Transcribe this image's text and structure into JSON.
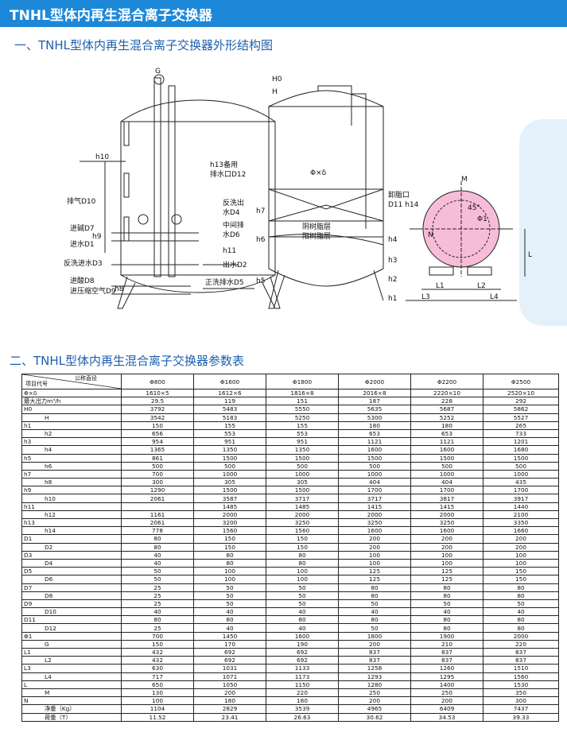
{
  "header": {
    "title": "TNHL型体内再生混合离子交换器"
  },
  "section1": {
    "title": "一、TNHL型体内再生混合离子交换器外形结构图"
  },
  "section2": {
    "title": "二、TNHL型体内再生混合离子交换器参数表"
  },
  "diagram_labels": {
    "G": "G",
    "h10": "h10",
    "D10": "排气D10",
    "D7": "进碱D7",
    "h9": "h9",
    "D1": "进水D1",
    "D3": "反洗进水D3",
    "D8": "进酸D8",
    "D9": "进压缩空气D9",
    "h8": "h8",
    "D12": "h13备用\n排水口D12",
    "D4a": "反洗出",
    "D4b": "水D4",
    "D6a": "中间排",
    "D6b": "水D6",
    "h11": "h11",
    "D2": "出水D2",
    "D5": "正洗排水D5",
    "H0": "H0",
    "H": "H",
    "phi": "Φ×δ",
    "h7": "h7",
    "h6": "h6",
    "h5": "h5",
    "resin1": "阴树脂层",
    "resin2": "阳树脂层",
    "h4": "h4",
    "h3": "h3",
    "h2": "h2",
    "h1": "h1",
    "D11": "卸脂口",
    "D11b": "D11 h14",
    "M": "M",
    "N": "N",
    "phi1": "Φ1",
    "deg45": "45°",
    "L": "L",
    "L1": "L1",
    "L2": "L2",
    "L3": "L3",
    "L4": "L4"
  },
  "table": {
    "corner_top": "公称直径",
    "corner_bottom": "项目代号",
    "columns": [
      "Φ800",
      "Φ1600",
      "Φ1800",
      "Φ2000",
      "Φ2200",
      "Φ2500"
    ],
    "rows": [
      {
        "label": "Φ×δ",
        "indent": false,
        "values": [
          "1610×5",
          "1612×6",
          "1816×8",
          "2016×8",
          "2220×10",
          "2520×10"
        ]
      },
      {
        "label": "最大出力m³/h",
        "indent": false,
        "values": [
          "29.5",
          "119",
          "151",
          "187",
          "228",
          "292"
        ]
      },
      {
        "label": "H0",
        "indent": false,
        "values": [
          "3792",
          "5483",
          "5550",
          "5635",
          "5687",
          "5862"
        ]
      },
      {
        "label": "H",
        "indent": true,
        "values": [
          "3542",
          "5183",
          "5250",
          "5300",
          "5252",
          "5527"
        ]
      },
      {
        "label": "h1",
        "indent": false,
        "values": [
          "150",
          "155",
          "155",
          "180",
          "180",
          "265"
        ]
      },
      {
        "label": "h2",
        "indent": true,
        "values": [
          "656",
          "553",
          "553",
          "653",
          "653",
          "733"
        ]
      },
      {
        "label": "h3",
        "indent": false,
        "values": [
          "954",
          "951",
          "951",
          "1121",
          "1121",
          "1201"
        ]
      },
      {
        "label": "h4",
        "indent": true,
        "values": [
          "1365",
          "1350",
          "1350",
          "1600",
          "1600",
          "1680"
        ]
      },
      {
        "label": "h5",
        "indent": false,
        "values": [
          "861",
          "1500",
          "1500",
          "1500",
          "1500",
          "1500"
        ]
      },
      {
        "label": "h6",
        "indent": true,
        "values": [
          "500",
          "500",
          "500",
          "500",
          "500",
          "500"
        ]
      },
      {
        "label": "h7",
        "indent": false,
        "values": [
          "700",
          "1000",
          "1000",
          "1000",
          "1000",
          "1000"
        ]
      },
      {
        "label": "h8",
        "indent": true,
        "values": [
          "300",
          "305",
          "305",
          "404",
          "404",
          "435"
        ]
      },
      {
        "label": "h9",
        "indent": false,
        "values": [
          "1290",
          "1500",
          "1500",
          "1700",
          "1700",
          "1700"
        ]
      },
      {
        "label": "h10",
        "indent": true,
        "values": [
          "2061",
          "3587",
          "3717",
          "3717",
          "3817",
          "3917"
        ]
      },
      {
        "label": "h11",
        "indent": false,
        "values": [
          "",
          "1485",
          "1485",
          "1415",
          "1415",
          "1440"
        ]
      },
      {
        "label": "h12",
        "indent": true,
        "values": [
          "1161",
          "2000",
          "2000",
          "2000",
          "2000",
          "2100"
        ]
      },
      {
        "label": "h13",
        "indent": false,
        "values": [
          "2061",
          "3200",
          "3250",
          "3250",
          "3250",
          "3350"
        ]
      },
      {
        "label": "h14",
        "indent": true,
        "values": [
          "778",
          "1560",
          "1560",
          "1600",
          "1600",
          "1660"
        ]
      },
      {
        "label": "D1",
        "indent": false,
        "values": [
          "80",
          "150",
          "150",
          "200",
          "200",
          "200"
        ]
      },
      {
        "label": "D2",
        "indent": true,
        "values": [
          "80",
          "150",
          "150",
          "200",
          "200",
          "200"
        ]
      },
      {
        "label": "D3",
        "indent": false,
        "values": [
          "40",
          "80",
          "80",
          "100",
          "100",
          "100"
        ]
      },
      {
        "label": "D4",
        "indent": true,
        "values": [
          "40",
          "80",
          "80",
          "100",
          "100",
          "100"
        ]
      },
      {
        "label": "D5",
        "indent": false,
        "values": [
          "50",
          "100",
          "100",
          "125",
          "125",
          "150"
        ]
      },
      {
        "label": "D6",
        "indent": true,
        "values": [
          "50",
          "100",
          "100",
          "125",
          "125",
          "150"
        ]
      },
      {
        "label": "D7",
        "indent": false,
        "values": [
          "25",
          "50",
          "50",
          "80",
          "80",
          "80"
        ]
      },
      {
        "label": "D8",
        "indent": true,
        "values": [
          "25",
          "50",
          "50",
          "80",
          "80",
          "80"
        ]
      },
      {
        "label": "D9",
        "indent": false,
        "values": [
          "25",
          "50",
          "50",
          "50",
          "50",
          "50"
        ]
      },
      {
        "label": "D10",
        "indent": true,
        "values": [
          "40",
          "40",
          "40",
          "40",
          "40",
          "40"
        ]
      },
      {
        "label": "D11",
        "indent": false,
        "values": [
          "80",
          "80",
          "80",
          "80",
          "80",
          "80"
        ]
      },
      {
        "label": "D12",
        "indent": true,
        "values": [
          "25",
          "40",
          "40",
          "50",
          "80",
          "80"
        ]
      },
      {
        "label": "Φ1",
        "indent": false,
        "values": [
          "700",
          "1450",
          "1600",
          "1800",
          "1900",
          "2000"
        ]
      },
      {
        "label": "G",
        "indent": true,
        "values": [
          "150",
          "170",
          "190",
          "200",
          "210",
          "220"
        ]
      },
      {
        "label": "L1",
        "indent": false,
        "values": [
          "432",
          "692",
          "692",
          "837",
          "837",
          "837"
        ]
      },
      {
        "label": "L2",
        "indent": true,
        "values": [
          "432",
          "692",
          "692",
          "837",
          "837",
          "837"
        ]
      },
      {
        "label": "L3",
        "indent": false,
        "values": [
          "630",
          "1031",
          "1133",
          "1258",
          "1260",
          "1510"
        ]
      },
      {
        "label": "L4",
        "indent": true,
        "values": [
          "717",
          "1071",
          "1173",
          "1293",
          "1295",
          "1560"
        ]
      },
      {
        "label": "L",
        "indent": false,
        "values": [
          "650",
          "1050",
          "1150",
          "1280",
          "1400",
          "1530"
        ]
      },
      {
        "label": "M",
        "indent": true,
        "values": [
          "130",
          "200",
          "220",
          "250",
          "250",
          "350"
        ]
      },
      {
        "label": "N",
        "indent": false,
        "values": [
          "100",
          "180",
          "180",
          "200",
          "200",
          "300"
        ]
      },
      {
        "label": "净重（Kg）",
        "indent": true,
        "values": [
          "1104",
          "2829",
          "3539",
          "4965",
          "6409",
          "7437"
        ]
      },
      {
        "label": "荷重（T）",
        "indent": true,
        "values": [
          "11.52",
          "23.41",
          "26.63",
          "30.62",
          "34.53",
          "39.33"
        ]
      }
    ]
  }
}
